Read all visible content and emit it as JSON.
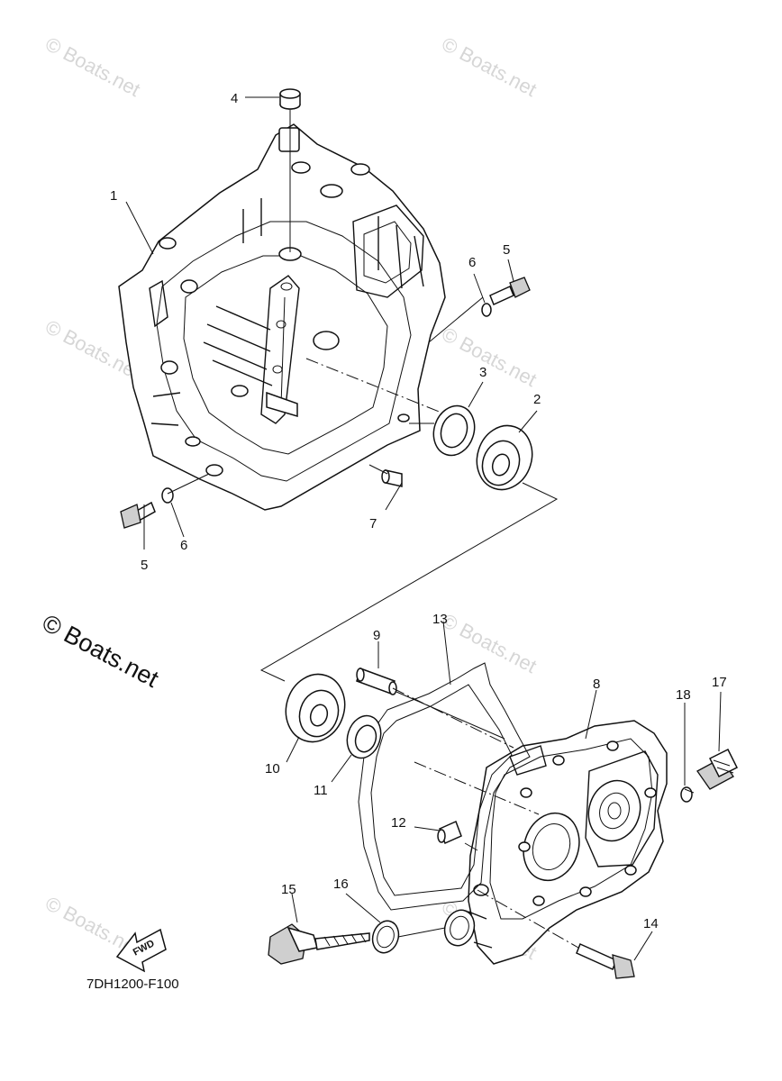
{
  "watermark_text": "© Boats.net",
  "part_labels": {
    "l1": "1",
    "l2": "2",
    "l3": "3",
    "l4": "4",
    "l5a": "5",
    "l5b": "5",
    "l6a": "6",
    "l6b": "6",
    "l7": "7",
    "l8": "8",
    "l9": "9",
    "l10": "10",
    "l11": "11",
    "l12": "12",
    "l13": "13",
    "l14": "14",
    "l15": "15",
    "l16": "16",
    "l17": "17",
    "l18": "18"
  },
  "fwd_label": "FWD",
  "diagram_code": "7DH1200-F100"
}
